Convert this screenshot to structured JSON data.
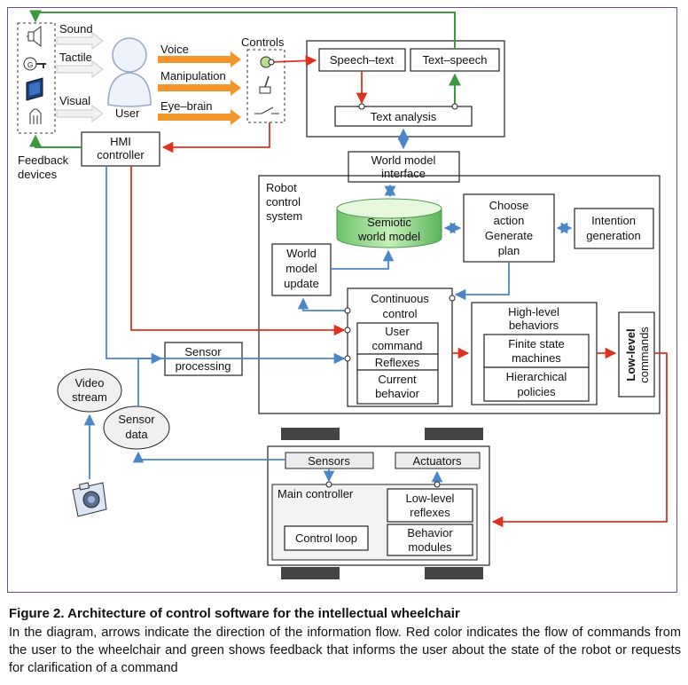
{
  "diagram": {
    "input_labels": {
      "sound": "Sound",
      "tactile": "Tactile",
      "visual": "Visual"
    },
    "feedback_devices_line1": "Feedback",
    "feedback_devices_line2": "devices",
    "user_label": "User",
    "output_labels": {
      "voice": "Voice",
      "manipulation": "Manipulation",
      "eye_brain": "Eye–brain"
    },
    "controls_label": "Controls",
    "speech_text": "Speech–text",
    "text_speech": "Text–speech",
    "text_analysis": "Text analysis",
    "hmi_line1": "HMI",
    "hmi_line2": "controller",
    "world_model_interface_line1": "World model",
    "world_model_interface_line2": "interface",
    "robot_control_line1": "Robot",
    "robot_control_line2": "control",
    "robot_control_line3": "system",
    "semiotic_line1": "Semiotic",
    "semiotic_line2": "world model",
    "choose_line1": "Choose",
    "choose_line2": "action",
    "choose_line3": "Generate",
    "choose_line4": "plan",
    "intention_line1": "Intention",
    "intention_line2": "generation",
    "wmu_line1": "World",
    "wmu_line2": "model",
    "wmu_line3": "update",
    "continuous_line1": "Continuous",
    "continuous_line2": "control",
    "user_command_line1": "User",
    "user_command_line2": "command",
    "reflexes": "Reflexes",
    "current_behavior_line1": "Current",
    "current_behavior_line2": "behavior",
    "high_level_line1": "High-level",
    "high_level_line2": "behaviors",
    "fsm_line1": "Finite state",
    "fsm_line2": "machines",
    "hier_line1": "Hierarchical",
    "hier_line2": "policies",
    "low_level_commands_line1": "Low-level",
    "low_level_commands_line2": "commands",
    "sensor_processing_line1": "Sensor",
    "sensor_processing_line2": "processing",
    "video_stream_line1": "Video",
    "video_stream_line2": "stream",
    "sensor_data_line1": "Sensor",
    "sensor_data_line2": "data",
    "sensors": "Sensors",
    "actuators": "Actuators",
    "main_controller": "Main controller",
    "low_level_reflexes_line1": "Low-level",
    "low_level_reflexes_line2": "reflexes",
    "control_loop": "Control loop",
    "behavior_modules_line1": "Behavior",
    "behavior_modules_line2": "modules",
    "colors": {
      "information": "#4a86c8",
      "command": "#e03020",
      "feedback": "#3c9a3c",
      "input_arrow": "#f0962a"
    }
  },
  "caption": {
    "title": "Figure 2. Architecture of control software for the intellectual wheelchair",
    "body": "In the diagram, arrows indicate the direction of the information flow. Red color indicates the flow of commands from the user to the wheelchair and green shows feedback that informs the user about the state of the robot or requests for clarification of a command"
  }
}
